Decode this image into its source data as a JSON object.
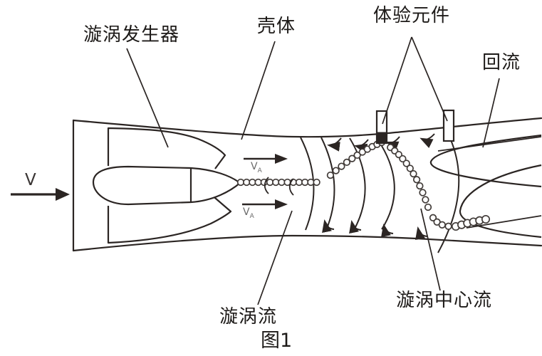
{
  "figure": {
    "caption": "图1",
    "type": "vortex-flowmeter-principle-diagram"
  },
  "labels": {
    "vortex_generator": "漩涡发生器",
    "shell": "壳体",
    "sensing_element": "体验元件",
    "backflow": "回流",
    "vortex_center_flow": "漩涡中心流",
    "vortex_flow": "漩涡流"
  },
  "velocity": {
    "inlet": "V",
    "axial_base": "V",
    "axial_sub": "A"
  },
  "colors": {
    "line": "#2b2523",
    "text": "#1d1a18",
    "velocity_label": "#6b6b6b",
    "background": "#ffffff"
  }
}
